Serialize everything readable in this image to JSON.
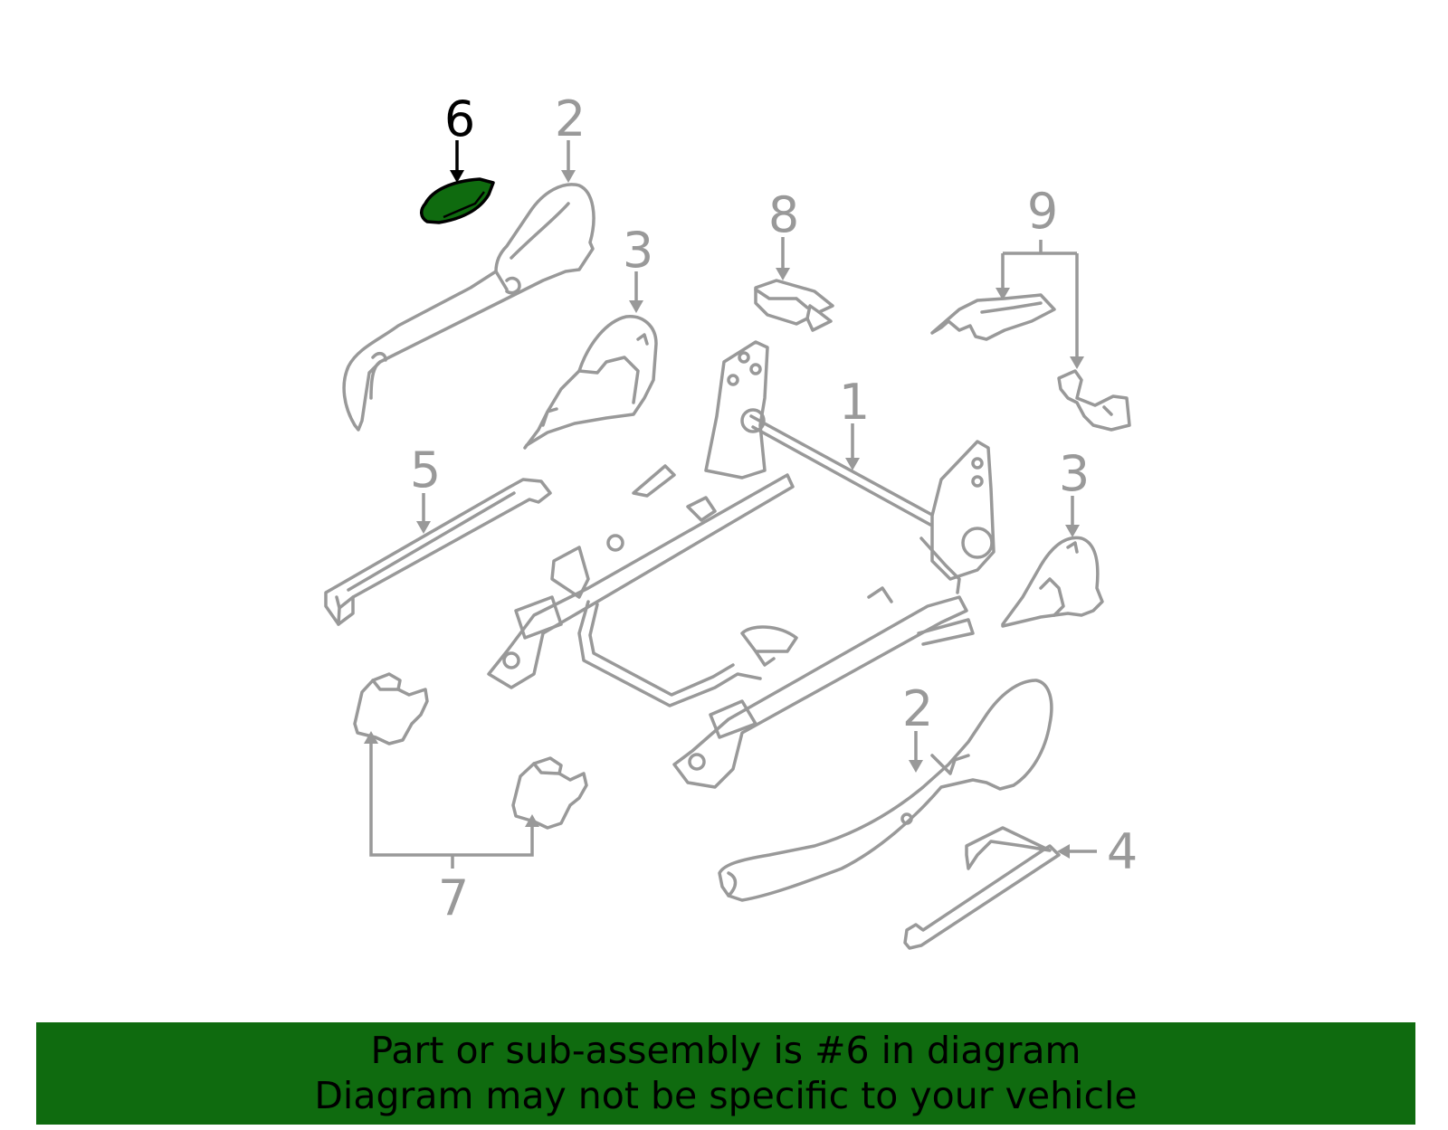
{
  "diagram": {
    "highlight_color": "#0f6b0f",
    "part_color": "#999999",
    "callouts": [
      {
        "id": "6",
        "label": "6",
        "highlighted": true
      },
      {
        "id": "2a",
        "label": "2",
        "highlighted": false
      },
      {
        "id": "3a",
        "label": "3",
        "highlighted": false
      },
      {
        "id": "8",
        "label": "8",
        "highlighted": false
      },
      {
        "id": "9",
        "label": "9",
        "highlighted": false
      },
      {
        "id": "1",
        "label": "1",
        "highlighted": false
      },
      {
        "id": "5",
        "label": "5",
        "highlighted": false
      },
      {
        "id": "3b",
        "label": "3",
        "highlighted": false
      },
      {
        "id": "2b",
        "label": "2",
        "highlighted": false
      },
      {
        "id": "4",
        "label": "4",
        "highlighted": false
      },
      {
        "id": "7",
        "label": "7",
        "highlighted": false
      }
    ]
  },
  "banner": {
    "line1": "Part or sub-assembly is #6 in diagram",
    "line2": "Diagram may not be specific to your vehicle",
    "background": "#0f6b0f"
  }
}
